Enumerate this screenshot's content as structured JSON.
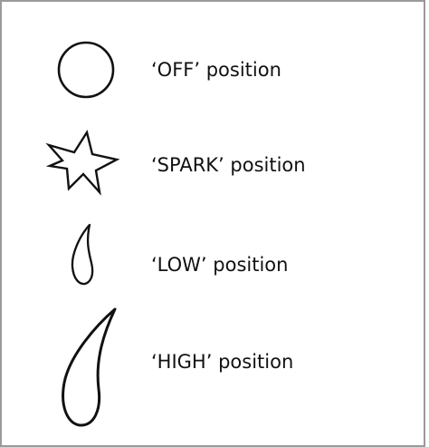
{
  "legend": {
    "items": [
      {
        "symbol": "circle-icon",
        "label": "‘OFF’ position"
      },
      {
        "symbol": "star-spark-icon",
        "label": "‘SPARK’ position"
      },
      {
        "symbol": "small-flame-icon",
        "label": "‘LOW’ position"
      },
      {
        "symbol": "large-flame-icon",
        "label": "‘HIGH’ position"
      }
    ]
  }
}
